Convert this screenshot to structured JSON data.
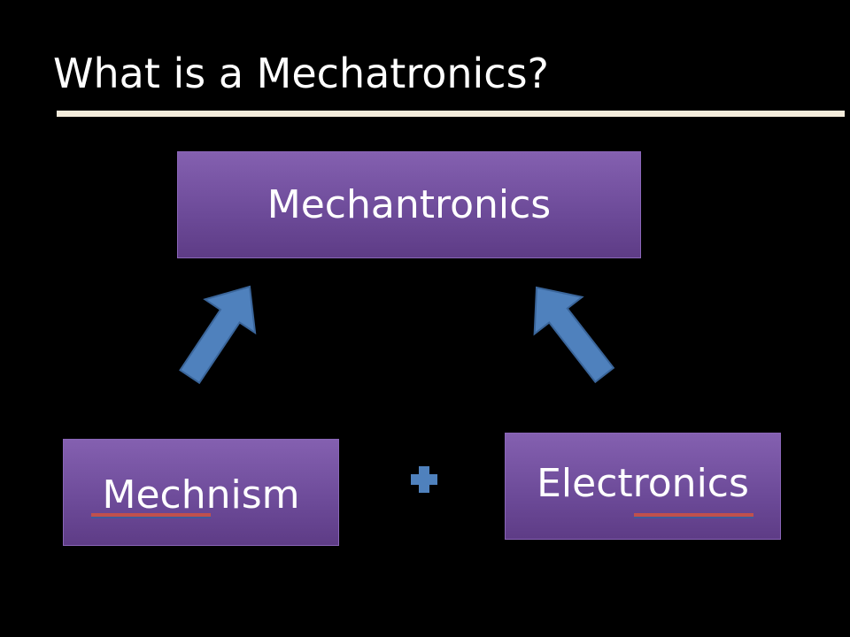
{
  "slide": {
    "title": "What is a Mechatronics?"
  },
  "diagram": {
    "top_box": "Mechantronics",
    "left_box": "Mechnism",
    "right_box": "Electronics",
    "connector_symbol": "plus-icon"
  },
  "colors": {
    "background": "#000000",
    "title_rule": "#f4ecdc",
    "box_fill": "#7a57a6",
    "arrow_fill": "#4f81bd",
    "spellcheck_underline": "#c0504d"
  }
}
